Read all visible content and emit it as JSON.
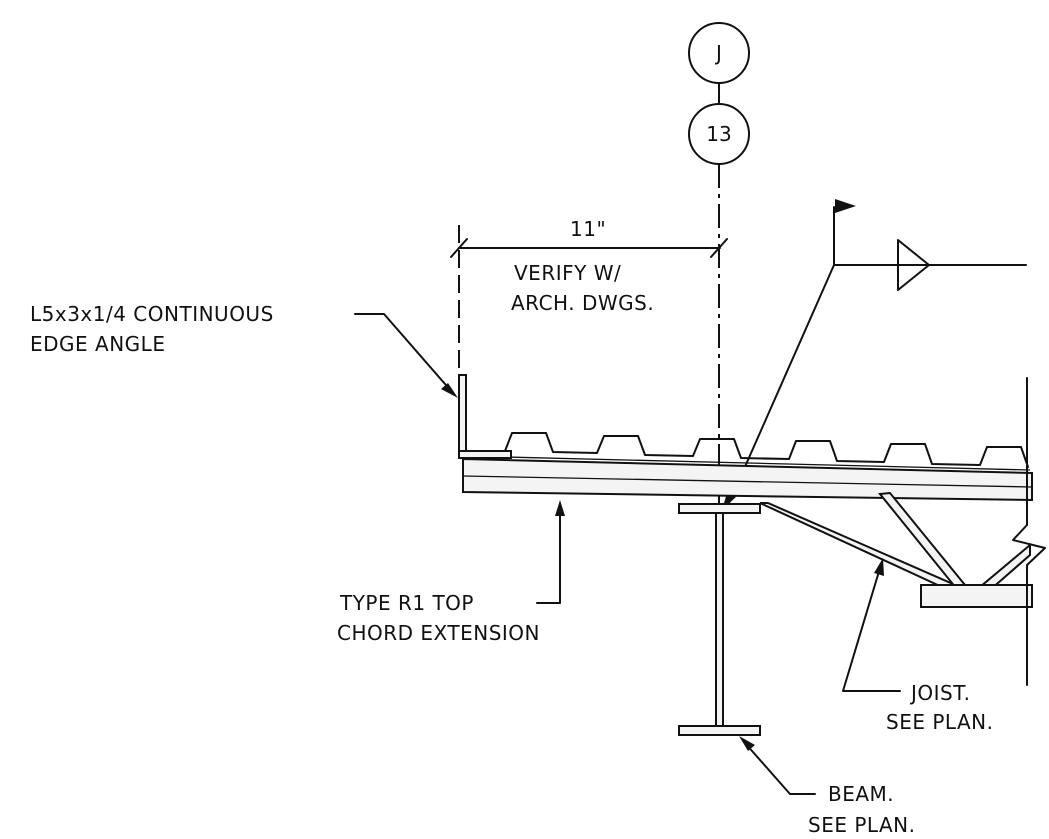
{
  "grid": {
    "letter": "J",
    "number": "13"
  },
  "dimension": {
    "value": "11\"",
    "note_line1": "VERIFY W/",
    "note_line2": "ARCH. DWGS."
  },
  "callouts": {
    "edge_angle_line1": "L5x3x1/4 CONTINUOUS",
    "edge_angle_line2": "EDGE ANGLE",
    "chord_line1": "TYPE R1 TOP",
    "chord_line2": "CHORD EXTENSION",
    "joist_line1": "JOIST.",
    "joist_line2": "SEE PLAN.",
    "beam_line1": "BEAM.",
    "beam_line2": "SEE PLAN."
  }
}
